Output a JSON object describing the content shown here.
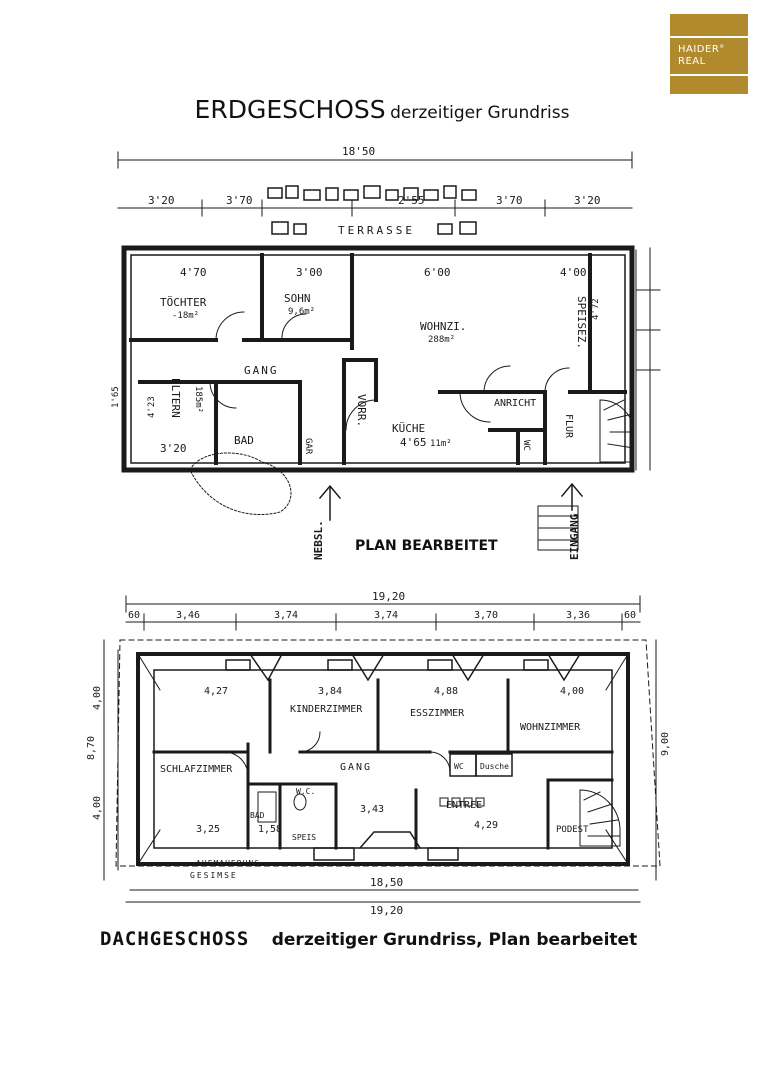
{
  "brand": {
    "line1": "HAIDER°",
    "line2": "REAL",
    "color": "#b28a2e"
  },
  "ground_floor": {
    "title_main": "ERDGESCHOSS",
    "title_sub": "derzeitiger Grundriss",
    "note": "PLAN BEARBEITET",
    "overall_width": "18'50",
    "top_dims": [
      "3'20",
      "3'70",
      "2'55",
      "3'70",
      "3'20"
    ],
    "terrace": "TERRASSE",
    "rooms": {
      "tochter": "TÖCHTER",
      "tochter_area": "-18m²",
      "sohn": "SOHN",
      "sohn_area": "9,6m²",
      "wohnzi": "WOHNZI.",
      "wohnzi_area": "288m²",
      "speisez": "SPEISEZ.",
      "gang": "GANG",
      "eltern": "ELTERN",
      "eltern_area": "185m²",
      "bad": "BAD",
      "gar": "GAR",
      "vorr": "VORR.",
      "kuche": "KÜCHE",
      "kuche_area": "11m²",
      "anricht": "ANRICHT",
      "wc": "WC",
      "flur": "FLUR"
    },
    "inner_dims": [
      "4'70",
      "3'00",
      "6'00",
      "4'00",
      "4'65",
      "3'20",
      "4'72",
      "4'23",
      "1'65"
    ],
    "entrance_labels": [
      "NEBSL.",
      "EINGANG"
    ]
  },
  "attic_floor": {
    "title_main": "DACHGESCHOSS",
    "title_sub": "derzeitiger Grundriss, Plan bearbeitet",
    "overall_width_top": "19,20",
    "overall_width_bottom_outer": "19,20",
    "overall_width_bottom_inner": "18,50",
    "top_dims": [
      "60",
      "3,46",
      "3,74",
      "3,74",
      "3,70",
      "3,36",
      "60"
    ],
    "side_dims": [
      "4,00",
      "8,70",
      "4,00",
      "9,00"
    ],
    "eave_labels": [
      "AUFMAUERUNG",
      "GESIMSE"
    ],
    "rooms": {
      "schlafzimmer": "SCHLAFZIMMER",
      "kinderzimmer": "KINDERZIMMER",
      "esszimmer": "ESSZIMMER",
      "wohnzimmer": "WOHNZIMMER",
      "gang": "GANG",
      "bad": "BAD",
      "wc_small": "W.C.",
      "speis": "SPEIS",
      "entree": "ENTREE",
      "podest": "PODEST",
      "wc_box": "WC",
      "dusche_box": "Dusche"
    },
    "inner_dims": [
      "4,27",
      "3,84",
      "4,88",
      "4,00",
      "3,25",
      "1,58",
      "3,43",
      "4,29"
    ]
  }
}
